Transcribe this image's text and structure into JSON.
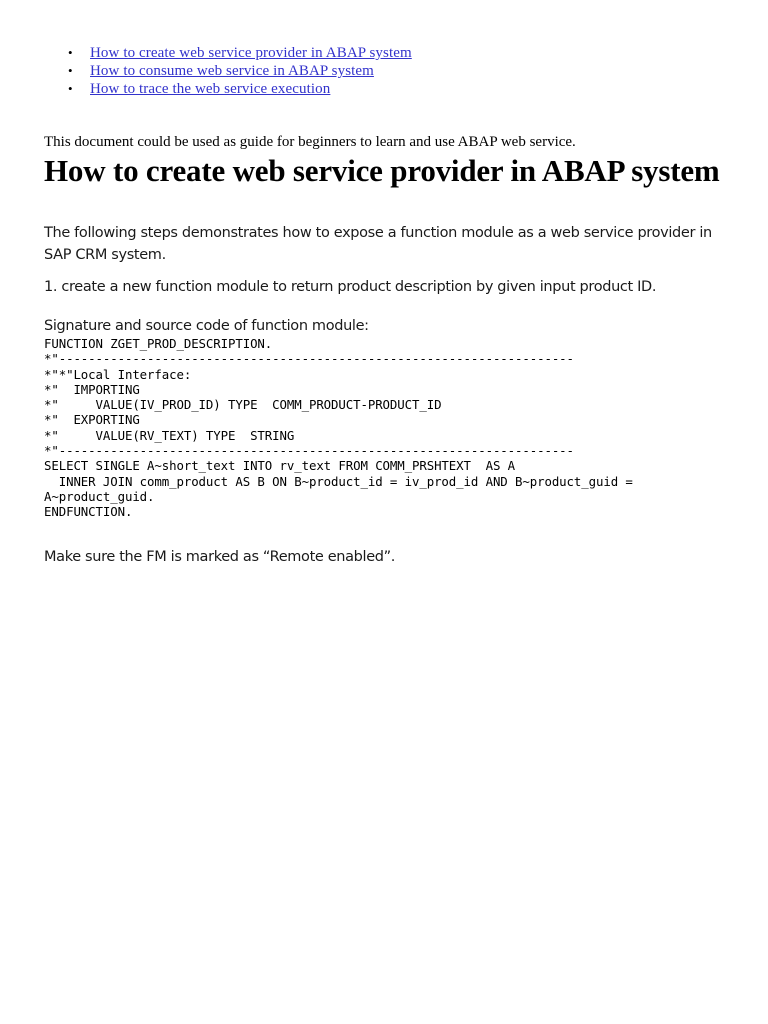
{
  "document": {
    "background_color": "#ffffff",
    "link_color": "#3333cc",
    "text_color": "#000000"
  },
  "toc": {
    "bullet_glyph": "•",
    "items": [
      {
        "label": "How to create web service provider in ABAP system"
      },
      {
        "label": "How to consume web service in ABAP system"
      },
      {
        "label": "How to trace the web service execution"
      }
    ]
  },
  "intro": {
    "text": "This document could be used as guide for beginners to learn and use ABAP web service."
  },
  "heading": {
    "text": "How to create web service provider in ABAP system"
  },
  "body": {
    "steps_intro": "The following steps demonstrates how to expose a function module as a web service provider in SAP CRM system.",
    "step_1": "1. create a new function module to return product description by given input product ID.",
    "signature_label": "Signature and source code of function module:",
    "remote_note": "Make sure the FM is marked as “Remote enabled”."
  },
  "code": {
    "language": "ABAP",
    "text": "FUNCTION ZGET_PROD_DESCRIPTION.\n*\"----------------------------------------------------------------------\n*\"*\"Local Interface:\n*\"  IMPORTING\n*\"     VALUE(IV_PROD_ID) TYPE  COMM_PRODUCT-PRODUCT_ID\n*\"  EXPORTING\n*\"     VALUE(RV_TEXT) TYPE  STRING\n*\"----------------------------------------------------------------------\nSELECT SINGLE A~short_text INTO rv_text FROM COMM_PRSHTEXT  AS A\n  INNER JOIN comm_product AS B ON B~product_id = iv_prod_id AND B~product_guid =\nA~product_guid.\nENDFUNCTION."
  }
}
